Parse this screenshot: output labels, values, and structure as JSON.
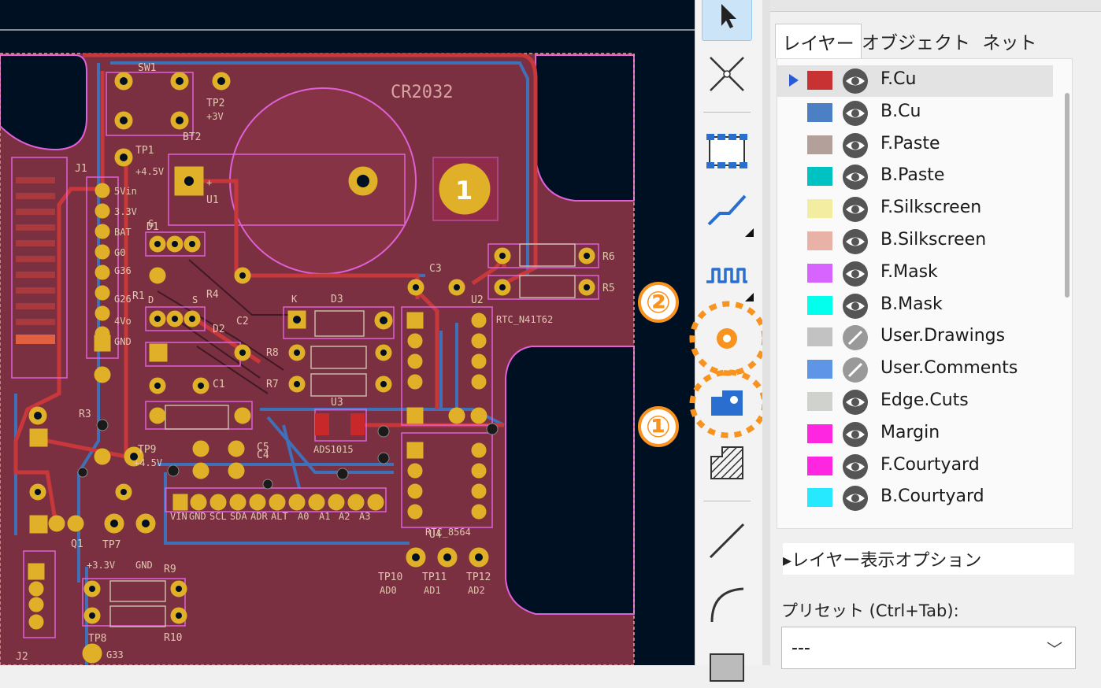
{
  "pcb": {
    "battery_label": "CR2032",
    "pin_badge": "1",
    "ref_labels": [
      "SW1",
      "TP2",
      "BT2",
      "TP1",
      "J1",
      "U1",
      "D1",
      "R4",
      "D2",
      "C2",
      "R1",
      "C1",
      "C4",
      "C5",
      "R3",
      "TP9",
      "Q1",
      "TP7",
      "TP8",
      "R9",
      "R10",
      "J2",
      "R8",
      "R7",
      "D3",
      "C3",
      "U2",
      "R6",
      "R5",
      "U3",
      "U4",
      "TP10",
      "TP11",
      "TP12"
    ],
    "silk_texts": [
      "+3V",
      "+4.5V",
      "5Vin",
      "3.3V",
      "BAT",
      "G0",
      "G36",
      "G26",
      "4Vo",
      "GND",
      "G",
      "D",
      "S",
      "K",
      "ADS1015",
      "+4.5V",
      "+3.3V",
      "GND",
      "G33",
      "RTC_N41T62",
      "RTC_8564",
      "AD0",
      "AD1",
      "AD2",
      "VIN",
      "GND",
      "SCL",
      "SDA",
      "ADR",
      "ALT",
      "A0",
      "A1",
      "A2",
      "A3",
      "+"
    ]
  },
  "toolbar": {
    "tools": [
      "select-tool",
      "no-connect-tool",
      "footprint-tool",
      "route-track-tool",
      "tune-length-tool",
      "via-tool",
      "pad-tool",
      "zone-tool",
      "line-tool",
      "arc-tool",
      "rectangle-tool"
    ]
  },
  "annotations": {
    "callout_1": "①",
    "callout_2": "②",
    "accent_color": "#f7931e"
  },
  "layers_panel": {
    "tabs": [
      "レイヤー",
      "オブジェクト",
      "ネット"
    ],
    "active_tab": 0,
    "layers": [
      {
        "name": "F.Cu",
        "color": "#c83232",
        "visible": true
      },
      {
        "name": "B.Cu",
        "color": "#4d7fc4",
        "visible": true
      },
      {
        "name": "F.Paste",
        "color": "#b4a09a",
        "visible": true
      },
      {
        "name": "B.Paste",
        "color": "#00c2c2",
        "visible": true
      },
      {
        "name": "F.Silkscreen",
        "color": "#f2eda1",
        "visible": true
      },
      {
        "name": "B.Silkscreen",
        "color": "#e8b2a7",
        "visible": true
      },
      {
        "name": "F.Mask",
        "color": "#d864ff",
        "visible": true
      },
      {
        "name": "B.Mask",
        "color": "#02ffee",
        "visible": true
      },
      {
        "name": "User.Drawings",
        "color": "#c2c2c2",
        "visible": false
      },
      {
        "name": "User.Comments",
        "color": "#5e95e6",
        "visible": false
      },
      {
        "name": "Edge.Cuts",
        "color": "#d0d2cd",
        "visible": true
      },
      {
        "name": "Margin",
        "color": "#ff26e2",
        "visible": true
      },
      {
        "name": "F.Courtyard",
        "color": "#ff26e2",
        "visible": true
      },
      {
        "name": "B.Courtyard",
        "color": "#26e9ff",
        "visible": true
      }
    ],
    "layer_options": "▸レイヤー表示オプション",
    "preset_label": "プリセット (Ctrl+Tab):",
    "preset_value": "---"
  }
}
